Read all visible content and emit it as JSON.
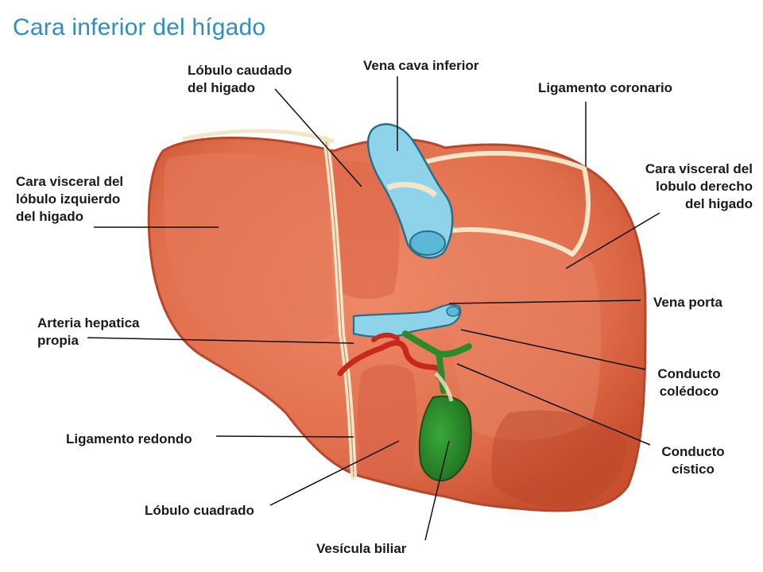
{
  "title": "Cara inferior del hígado",
  "labels": {
    "lobulo_caudado": "Lóbulo caudado\ndel higado",
    "vena_cava": "Vena cava inferior",
    "ligamento_coronario": "Ligamento coronario",
    "cara_visceral_izq": "Cara visceral del\nlóbulo izquierdo\ndel higado",
    "cara_visceral_der": "Cara visceral del\nlobulo derecho\ndel higado",
    "vena_porta": "Vena porta",
    "arteria_hepatica": "Arteria hepatica\npropia",
    "conducto_coledoco": "Conducto\ncolédoco",
    "ligamento_redondo": "Ligamento redondo",
    "conducto_cistico": "Conducto\ncístico",
    "lobulo_cuadrado": "Lóbulo cuadrado",
    "vesicula": "Vesícula biliar"
  },
  "colors": {
    "title": "#2e8fc4",
    "liver": "#e0704f",
    "liver_dark": "#c04a30",
    "vein": "#8fd3ea",
    "artery": "#c8281c",
    "bile": "#2c8a2c",
    "ligament": "#f3e6c6"
  }
}
